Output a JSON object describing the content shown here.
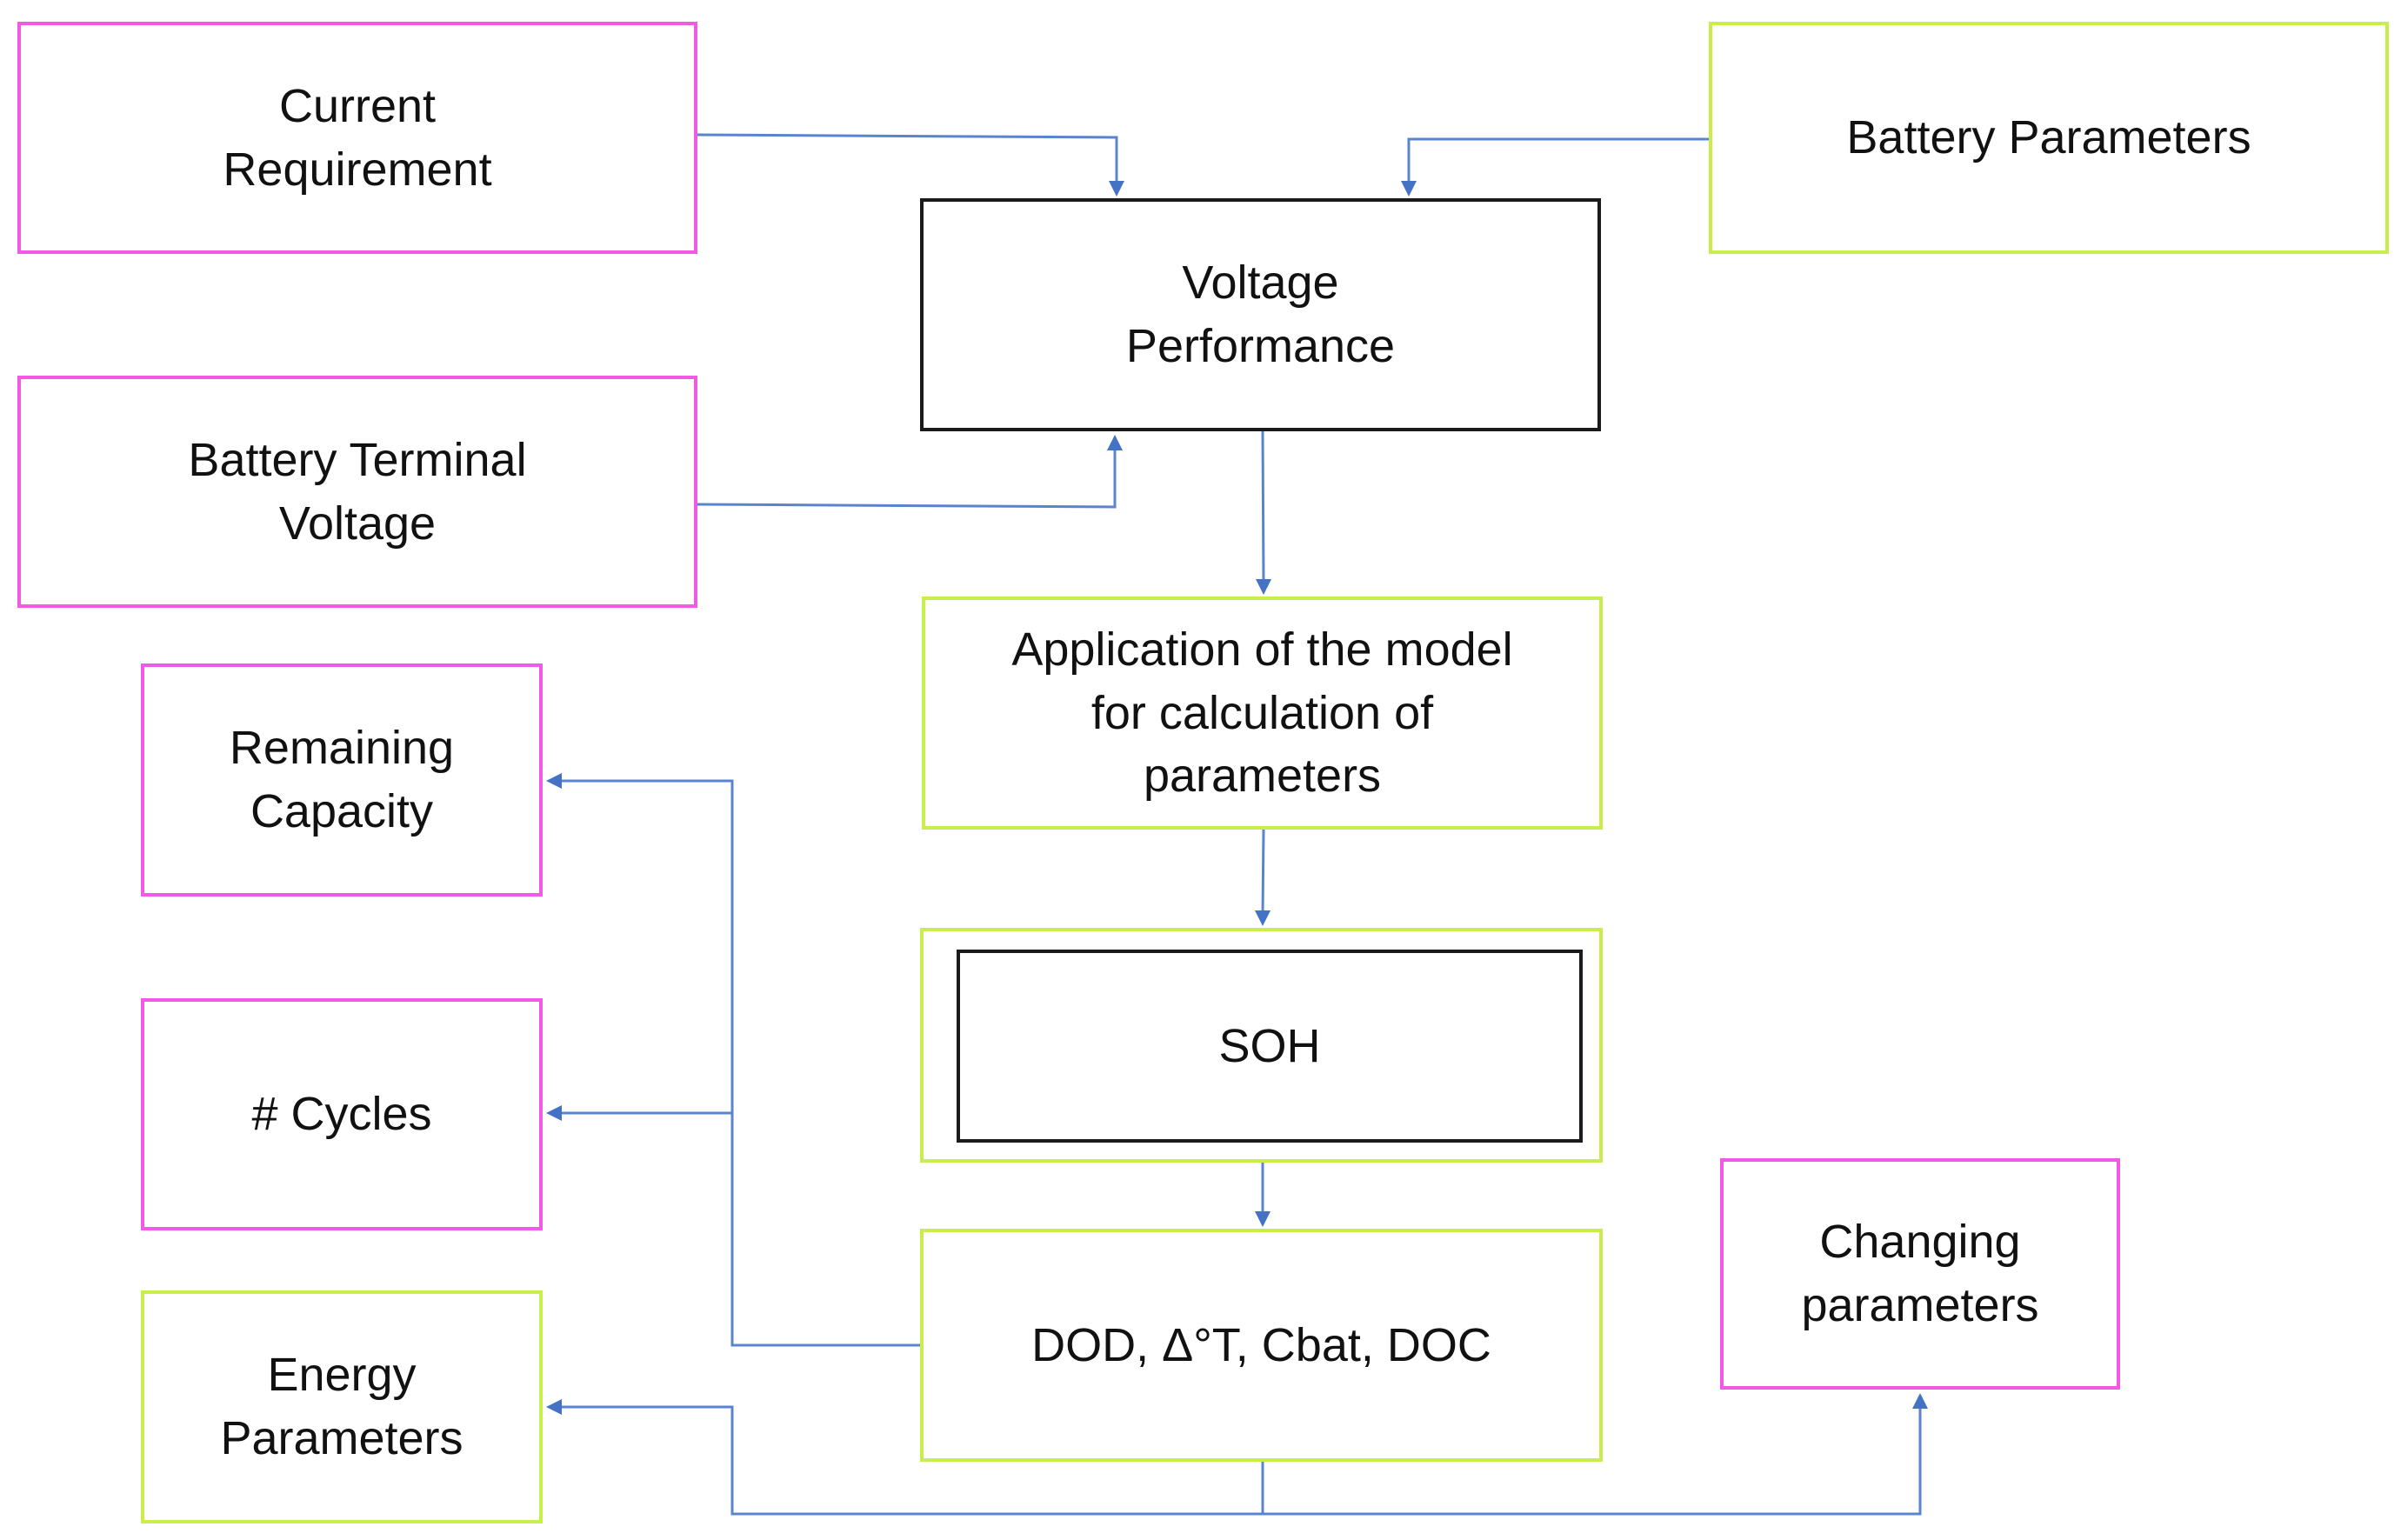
{
  "nodes": {
    "current_requirement": "Current\nRequirement",
    "battery_terminal_voltage": "Battery Terminal\nVoltage",
    "battery_parameters": "Battery Parameters",
    "voltage_performance": "Voltage\nPerformance",
    "application_model": "Application of the model\nfor calculation of\nparameters",
    "soh": "SOH",
    "dod": "DOD, Δ°T, Cbat, DOC",
    "remaining_capacity": "Remaining\nCapacity",
    "cycles": "# Cycles",
    "energy_parameters": "Energy\nParameters",
    "changing_parameters": "Changing\nparameters"
  },
  "colors": {
    "input_border": "#f25ae6",
    "process_border": "#c7ee4a",
    "core_border": "#1a1a1a",
    "connector": "#5b84cf",
    "arrowhead": "#4472c4"
  },
  "edges": [
    {
      "from": "current_requirement",
      "to": "voltage_performance"
    },
    {
      "from": "battery_parameters",
      "to": "voltage_performance"
    },
    {
      "from": "battery_terminal_voltage",
      "to": "voltage_performance"
    },
    {
      "from": "voltage_performance",
      "to": "application_model"
    },
    {
      "from": "application_model",
      "to": "soh"
    },
    {
      "from": "soh",
      "to": "dod"
    },
    {
      "from": "dod",
      "to": "remaining_capacity"
    },
    {
      "from": "dod",
      "to": "cycles"
    },
    {
      "from": "dod",
      "to": "energy_parameters"
    },
    {
      "from": "dod",
      "to": "changing_parameters"
    }
  ]
}
